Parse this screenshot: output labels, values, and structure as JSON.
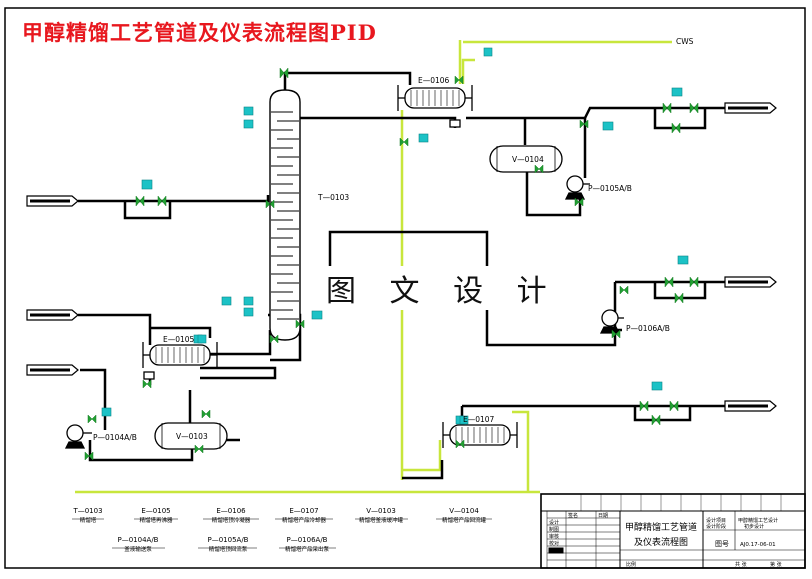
{
  "title": "甲醇精馏工艺管道及仪表流程图PID",
  "watermark": "图 文 设 计",
  "utility_labels": {
    "cws": "CWS"
  },
  "equipment_tags": {
    "tower": "T—0103",
    "condenser": "E—0106",
    "reflux_drum": "V—0104",
    "reflux_pump": "P—0105A/B",
    "reboiler": "E—0105",
    "bottom_drum": "V—0103",
    "bottom_pump": "P—0104A/B",
    "side_pump": "P—0106A/B",
    "product_cooler": "E—0107"
  },
  "equipment_list": [
    {
      "tag": "T—0103",
      "name": "精馏塔"
    },
    {
      "tag": "E—0105",
      "name": "精馏塔再沸器"
    },
    {
      "tag": "E—0106",
      "name": "精馏塔顶冷凝器"
    },
    {
      "tag": "E—0107",
      "name": "精馏塔产品冷却器"
    },
    {
      "tag": "V—0103",
      "name": "精馏塔釜液缓冲罐"
    },
    {
      "tag": "V—0104",
      "name": "精馏塔产品回流罐"
    },
    {
      "tag": "P—0104A/B",
      "name": "釜液输送泵"
    },
    {
      "tag": "P—0105A/B",
      "name": "精馏塔顶回流泵"
    },
    {
      "tag": "P—0106A/B",
      "name": "精馏塔产品采出泵"
    }
  ],
  "title_block": {
    "drawing_title_line1": "甲醇精馏工艺管道",
    "drawing_title_line2": "及仪表流程图",
    "drawing_no_label": "图号",
    "drawing_no": "AJ0.17-06-01",
    "left_labels": [
      "设计",
      "制图",
      "审核",
      "校对"
    ],
    "header_labels": [
      "签名",
      "日期"
    ],
    "right_top": [
      "设计项目",
      "甲醇精馏工艺设计"
    ],
    "right_mid": [
      "设计阶段",
      "初步设计"
    ],
    "bottom_labels": [
      "比例",
      "共 张",
      "第 张"
    ]
  },
  "colors": {
    "pipe": "#000000",
    "utility": "#c8e63c",
    "valve": "#22a033",
    "instrument": "#1cc2c6",
    "title": "#e8171e"
  }
}
